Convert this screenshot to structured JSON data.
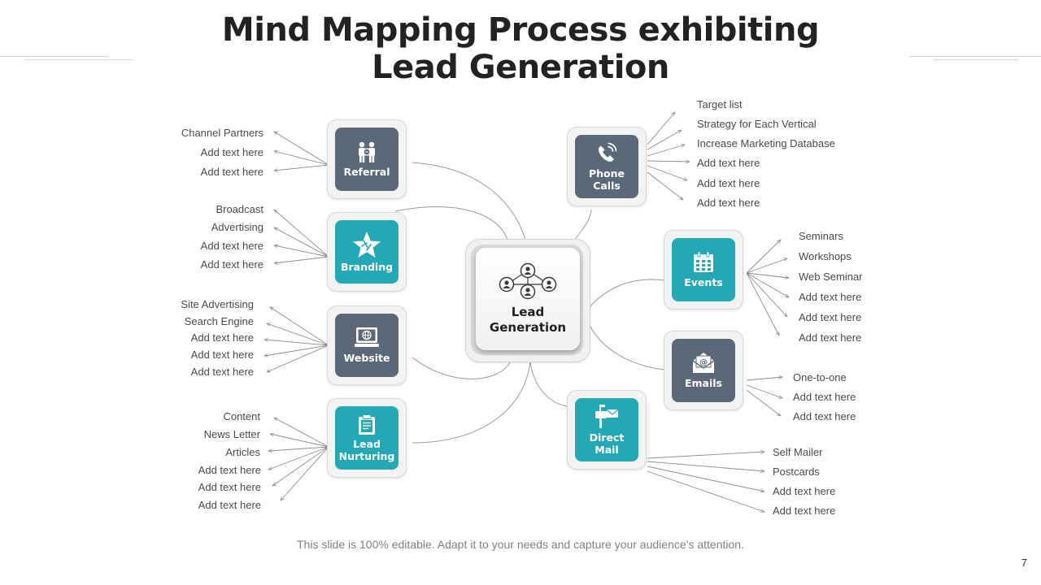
{
  "title": {
    "line1": "Mind Mapping Process exhibiting",
    "line2": "Lead Generation"
  },
  "center": {
    "label_line1": "Lead",
    "label_line2": "Generation",
    "icon": "people-network-icon"
  },
  "nodes": {
    "referral": {
      "line1": "Referral",
      "line2": "",
      "icon": "partners-icon",
      "color": "#5a6878",
      "items": [
        "Channel Partners",
        "Add text here",
        "Add text here"
      ]
    },
    "branding": {
      "line1": "Branding",
      "line2": "",
      "icon": "star-badge-icon",
      "color": "#25a8b6",
      "items": [
        "Broadcast",
        "Advertising",
        "Add text here",
        "Add text here"
      ]
    },
    "website": {
      "line1": "Website",
      "line2": "",
      "icon": "laptop-globe-icon",
      "color": "#5a6878",
      "items": [
        "Site Advertising",
        "Search Engine",
        "Add text here",
        "Add text here",
        "Add text here"
      ]
    },
    "lead_nurturing": {
      "line1": "Lead",
      "line2": "Nurturing",
      "icon": "clipboard-icon",
      "color": "#25a8b6",
      "items": [
        "Content",
        "News Letter",
        "Articles",
        "Add text here",
        "Add text here",
        "Add text here"
      ]
    },
    "phone_calls": {
      "line1": "Phone",
      "line2": "Calls",
      "icon": "phone-icon",
      "color": "#5a6878",
      "items": [
        "Target list",
        "Strategy for Each Vertical",
        "Increase Marketing Database",
        "Add text here",
        "Add text here",
        "Add text here"
      ]
    },
    "events": {
      "line1": "Events",
      "line2": "",
      "icon": "calendar-icon",
      "color": "#25a8b6",
      "items": [
        "Seminars",
        "Workshops",
        "Web Seminar",
        "Add text here",
        "Add text here",
        "Add text here"
      ]
    },
    "emails": {
      "line1": "Emails",
      "line2": "",
      "icon": "envelope-at-icon",
      "color": "#5a6878",
      "items": [
        "One-to-one",
        "Add text here",
        "Add text here"
      ]
    },
    "direct_mail": {
      "line1": "Direct",
      "line2": "Mail",
      "icon": "mailbox-icon",
      "color": "#25a8b6",
      "items": [
        "Self Mailer",
        "Postcards",
        "Add text here",
        "Add text here"
      ]
    }
  },
  "footer": "This slide is 100% editable. Adapt it to your needs and capture your audience’s attention.",
  "page_number": "7"
}
